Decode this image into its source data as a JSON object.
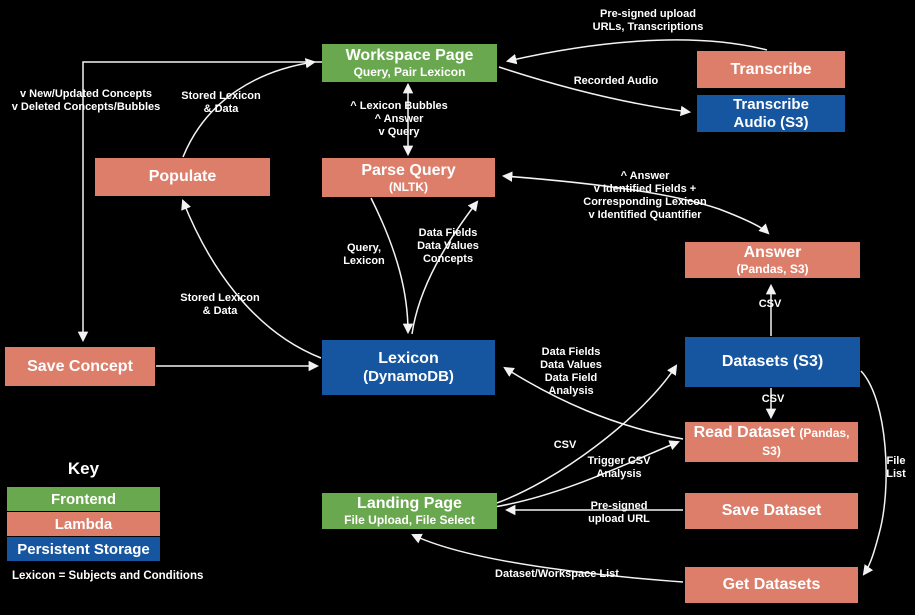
{
  "colors": {
    "background": "#000000",
    "frontend": "#6aa84f",
    "lambda": "#dd7e6b",
    "storage": "#1656a0",
    "text": "#ffffff",
    "arrow": "#f3f3f3"
  },
  "nodes": {
    "workspace_page": {
      "title": "Workspace Page",
      "subtitle": "Query, Pair Lexicon"
    },
    "transcribe": {
      "title": "Transcribe"
    },
    "transcribe_audio": {
      "title": "Transcribe Audio (S3)"
    },
    "populate": {
      "title": "Populate"
    },
    "parse_query": {
      "title": "Parse Query",
      "subtitle": "(NLTK)"
    },
    "answer": {
      "title": "Answer",
      "subtitle": "(Pandas, S3)"
    },
    "save_concept": {
      "title": "Save Concept"
    },
    "lexicon": {
      "title": "Lexicon",
      "subtitle": "(DynamoDB)"
    },
    "datasets": {
      "title": "Datasets (S3)"
    },
    "read_dataset": {
      "title": "Read Dataset",
      "subtitle": "(Pandas, S3)"
    },
    "landing_page": {
      "title": "Landing Page",
      "subtitle": "File Upload, File Select"
    },
    "save_dataset": {
      "title": "Save Dataset"
    },
    "get_datasets": {
      "title": "Get Datasets"
    }
  },
  "edge_labels": {
    "presigned_transcriptions": "Pre-signed upload\nURLs, Transcriptions",
    "recorded_audio": "Recorded Audio",
    "new_deleted_concepts": "v New/Updated Concepts\nv Deleted Concepts/Bubbles",
    "stored_lexicon_top": "Stored Lexicon\n& Data",
    "lexicon_bubbles": "^ Lexicon Bubbles\n^ Answer\nv Query",
    "answer_identified": "^ Answer\nv Identified Fields +\nCorresponding Lexicon\nv Identified Quantifier",
    "query_lexicon": "Query,\nLexicon",
    "fields_values_concepts": "Data Fields\nData Values\nConcepts",
    "stored_lexicon_mid": "Stored Lexicon\n& Data",
    "csv_to_answer": "CSV",
    "csv_to_read": "CSV",
    "fields_analysis": "Data Fields\nData Values\nData Field\nAnalysis",
    "csv_from_landing": "CSV",
    "trigger_csv": "Trigger CSV\nAnalysis",
    "presigned_upload_url": "Pre-signed\nupload URL",
    "file_list": "File\nList",
    "dataset_workspace_list": "Dataset/Workspace List"
  },
  "key": {
    "heading": "Key",
    "items": [
      {
        "label": "Frontend"
      },
      {
        "label": "Lambda"
      },
      {
        "label": "Persistent Storage"
      }
    ],
    "note": "Lexicon = Subjects and Conditions"
  }
}
